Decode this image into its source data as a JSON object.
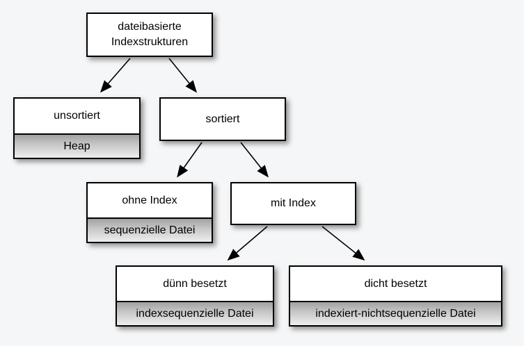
{
  "colors": {
    "background": "#f5f6f7",
    "node_fill": "#ffffff",
    "node_border": "#000000",
    "sub_gradient_top": "#a2a2a2",
    "sub_gradient_bottom": "#eeeeee",
    "arrow": "#000000"
  },
  "nodes": {
    "root": {
      "label": "dateibasierte Indexstrukturen"
    },
    "unsortiert": {
      "label": "unsortiert",
      "sublabel": "Heap"
    },
    "sortiert": {
      "label": "sortiert"
    },
    "ohne_index": {
      "label": "ohne Index",
      "sublabel": "sequenzielle Datei"
    },
    "mit_index": {
      "label": "mit Index"
    },
    "duenn_besetzt": {
      "label": "dünn besetzt",
      "sublabel": "indexsequenzielle Datei"
    },
    "dicht_besetzt": {
      "label": "dicht besetzt",
      "sublabel": "indexiert-nichtsequenzielle Datei"
    }
  },
  "edges": [
    {
      "from": "root",
      "to": "unsortiert"
    },
    {
      "from": "root",
      "to": "sortiert"
    },
    {
      "from": "sortiert",
      "to": "ohne_index"
    },
    {
      "from": "sortiert",
      "to": "mit_index"
    },
    {
      "from": "mit_index",
      "to": "duenn_besetzt"
    },
    {
      "from": "mit_index",
      "to": "dicht_besetzt"
    }
  ]
}
